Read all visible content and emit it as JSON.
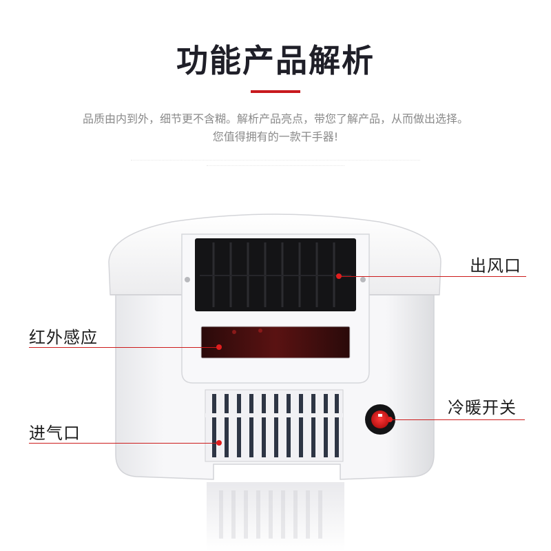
{
  "header": {
    "title": "功能产品解析",
    "subtitle_line1": "品质由内到外，细节更不含糊。解析产品亮点，带您了解产品，从而做出选择。",
    "subtitle_line2": "您值得拥有的一款干手器!"
  },
  "callouts": {
    "air_outlet": "出风口",
    "infrared_sensor": "红外感应",
    "air_inlet": "进气口",
    "heat_switch": "冷暖开关"
  },
  "colors": {
    "accent": "#c8191e",
    "body": "#f4f4f6",
    "panel": "#141416"
  }
}
